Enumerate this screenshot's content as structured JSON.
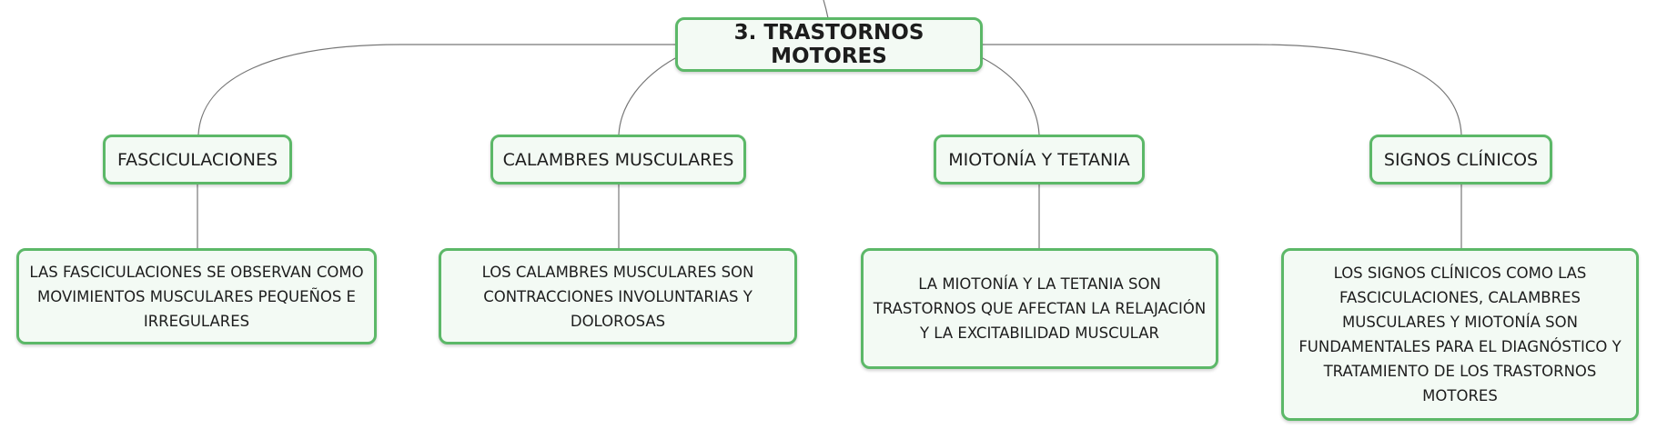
{
  "colors": {
    "border": "#5cb868",
    "fill": "#f3faf4",
    "connector": "#777777",
    "text": "#1d1d1d"
  },
  "root": {
    "label": "3. TRASTORNOS MOTORES"
  },
  "branches": [
    {
      "label": "FASCICULACIONES",
      "detail": "LAS FASCICULACIONES SE OBSERVAN COMO MOVIMIENTOS MUSCULARES PEQUEÑOS E IRREGULARES"
    },
    {
      "label": "CALAMBRES MUSCULARES",
      "detail": "LOS CALAMBRES MUSCULARES SON CONTRACCIONES INVOLUNTARIAS Y DOLOROSAS"
    },
    {
      "label": "MIOTONÍA Y TETANIA",
      "detail": "LA MIOTONÍA Y LA TETANIA SON TRASTORNOS QUE AFECTAN LA RELAJACIÓN Y LA EXCITABILIDAD MUSCULAR"
    },
    {
      "label": "SIGNOS CLÍNICOS",
      "detail": "LOS SIGNOS CLÍNICOS COMO LAS FASCICULACIONES, CALAMBRES MUSCULARES Y MIOTONÍA SON FUNDAMENTALES PARA EL DIAGNÓSTICO Y TRATAMIENTO DE LOS TRASTORNOS MOTORES"
    }
  ]
}
